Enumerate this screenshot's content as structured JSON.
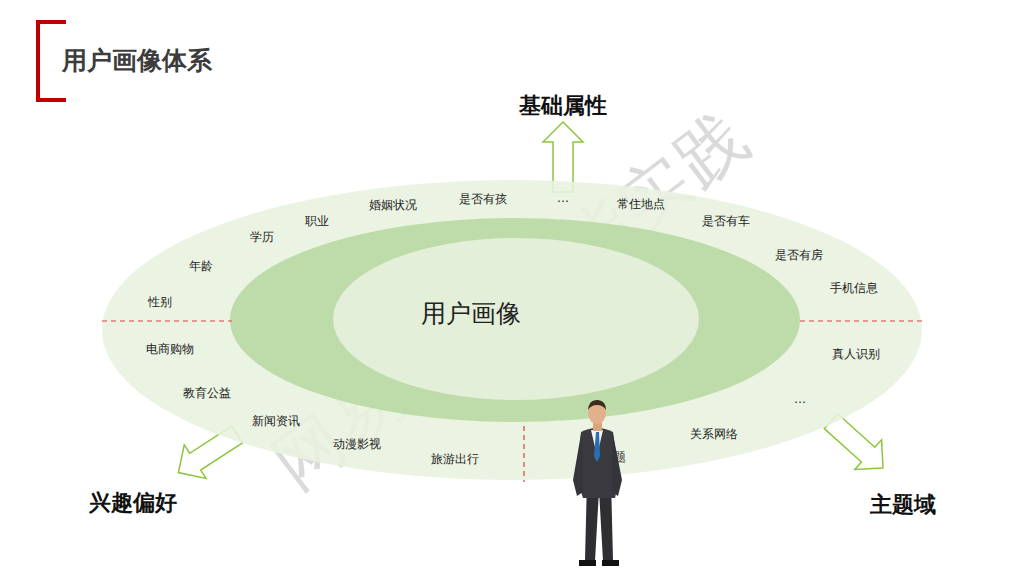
{
  "diagram": {
    "title": "用户画像体系",
    "nodes": [
      {
        "text": [
          "性别",
          "年龄",
          "学历",
          "职业",
          "婚姻状况",
          "是否有孩",
          "…",
          "常住地点",
          "是否有车",
          "是否有房",
          "手机信息",
          "真人识别",
          "…",
          "关系网络",
          "地域主题",
          "旅游出行",
          "动漫影视",
          "新闻资讯",
          "教育公益",
          "电商购物"
        ]
      },
      {
        "text": [
          "用户画像"
        ],
        "in": 0
      }
    ],
    "edges": [],
    "labels": [
      "基础属性",
      "兴趣偏好",
      "主题域",
      "网易人工智能实践"
    ]
  }
}
